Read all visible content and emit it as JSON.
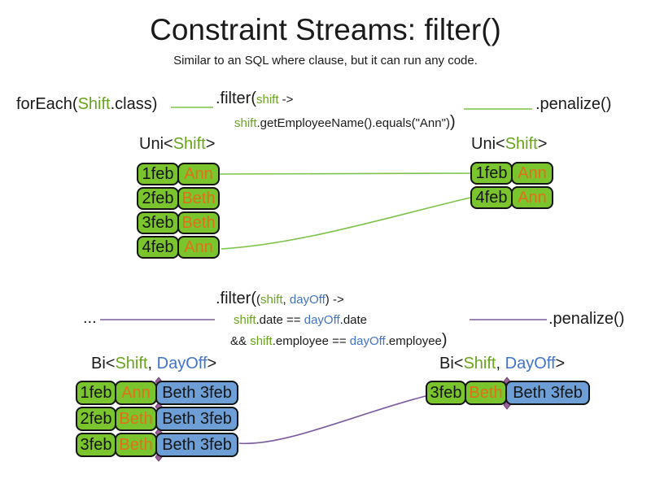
{
  "title": "Constraint Streams: filter()",
  "subtitle": "Similar to an SQL where clause, but it can run any code.",
  "colors": {
    "cell_green": "#7ac52e",
    "cell_blue": "#6d9fd6",
    "code_green": "#68a41d",
    "code_blue": "#4173c8",
    "name_orange": "#e0701a",
    "connector_green": "#7dc34b",
    "connector_purple": "#7b5b9f",
    "diamond_purple": "#9c5f9c",
    "text_black": "#1a1a1a"
  },
  "section1": {
    "foreach": {
      "pre": "forEach(",
      "cls": "Shift",
      "post": ".class)"
    },
    "filter": {
      "head_pre": ".filter(",
      "param": "shift",
      "arrow": " ->",
      "body_param": "shift",
      "body_rest": ".getEmployeeName().equals(\"Ann\")",
      "body_close": ")"
    },
    "penalize": ".penalize()",
    "uni_left": {
      "label_pre": "Uni<",
      "label_type": "Shift",
      "label_post": ">",
      "rows": [
        {
          "date": "1feb",
          "name": "Ann"
        },
        {
          "date": "2feb",
          "name": "Beth"
        },
        {
          "date": "3feb",
          "name": "Beth"
        },
        {
          "date": "4feb",
          "name": "Ann"
        }
      ]
    },
    "uni_right": {
      "label_pre": "Uni<",
      "label_type": "Shift",
      "label_post": ">",
      "rows": [
        {
          "date": "1feb",
          "name": "Ann"
        },
        {
          "date": "4feb",
          "name": "Ann"
        }
      ]
    }
  },
  "section2": {
    "dots": "...",
    "filter": {
      "head_pre": ".filter(",
      "open": "(",
      "param1": "shift",
      "sep": ", ",
      "param2": "dayOff",
      "close": ")",
      "arrow": " ->",
      "l2_a": "shift",
      "l2_b": ".date == ",
      "l2_c": "dayOff",
      "l2_d": ".date",
      "l3_a": "&& ",
      "l3_b": "shift",
      "l3_c": ".employee == ",
      "l3_d": "dayOff",
      "l3_e": ".employee",
      "l3_close": ")"
    },
    "penalize": ".penalize()",
    "bi_left": {
      "label_pre": "Bi<",
      "label_t1": "Shift",
      "label_sep": ", ",
      "label_t2": "DayOff",
      "label_post": ">",
      "rows": [
        {
          "date": "1feb",
          "name": "Ann",
          "pair": "Beth 3feb"
        },
        {
          "date": "2feb",
          "name": "Beth",
          "pair": "Beth 3feb"
        },
        {
          "date": "3feb",
          "name": "Beth",
          "pair": "Beth 3feb"
        }
      ]
    },
    "bi_right": {
      "label_pre": "Bi<",
      "label_t1": "Shift",
      "label_sep": ", ",
      "label_t2": "DayOff",
      "label_post": ">",
      "rows": [
        {
          "date": "3feb",
          "name": "Beth",
          "pair": "Beth 3feb"
        }
      ]
    }
  }
}
